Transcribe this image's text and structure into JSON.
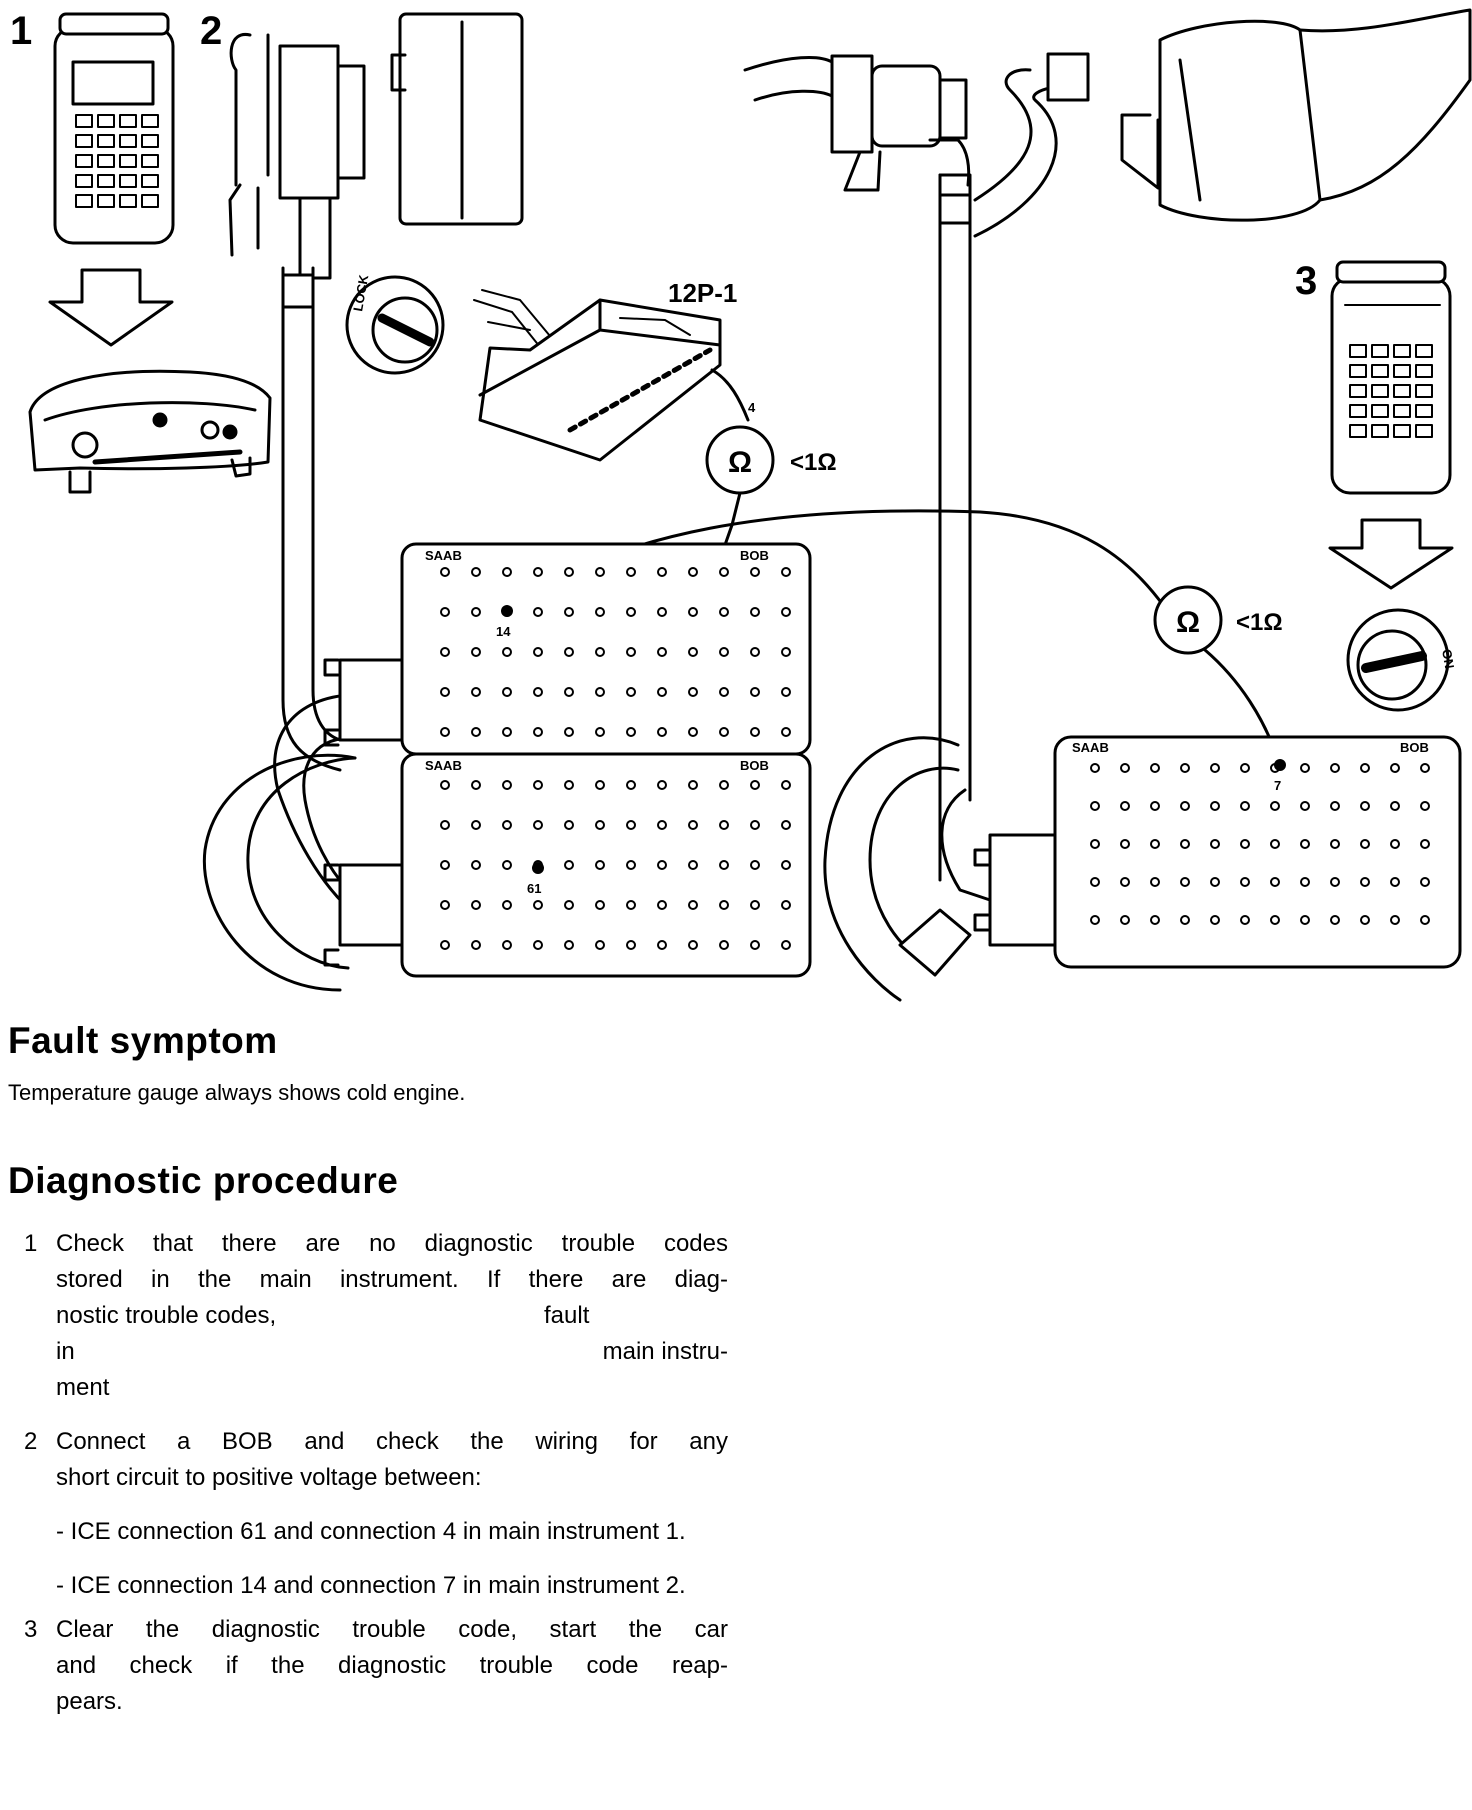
{
  "figure": {
    "callouts": [
      "1",
      "2",
      "3"
    ],
    "connector_label": "12P-1",
    "ohm_symbol": "Ω",
    "resistance_limit": "<1Ω",
    "bob_brand": "SAAB",
    "bob_text": "BOB",
    "pins": {
      "p14": "14",
      "p61": "61",
      "p7": "7",
      "p4": "4"
    },
    "lock_label": "LOCK",
    "on_label": "ON"
  },
  "fault": {
    "heading": "Fault symptom",
    "text": "Temperature gauge always shows cold engine."
  },
  "diagnostic": {
    "heading": "Diagnostic procedure",
    "steps": [
      {
        "num": "1",
        "lines": [
          "Check that there are no diagnostic trouble codes",
          "stored in the main instrument. If there are diag-",
          "nostic trouble codes,",
          "fault",
          "in",
          "main instru-",
          "ment"
        ]
      },
      {
        "num": "2",
        "lines": [
          "Connect a BOB and check the wiring for any",
          "short circuit to positive voltage between:"
        ],
        "sub": [
          "- ICE connection 61 and connection 4 in main instrument 1.",
          "- ICE connection 14 and connection 7 in main instrument 2."
        ]
      },
      {
        "num": "3",
        "lines": [
          "Clear the diagnostic trouble code, start the car",
          "and check if the diagnostic trouble code reap-",
          "pears."
        ]
      }
    ]
  }
}
